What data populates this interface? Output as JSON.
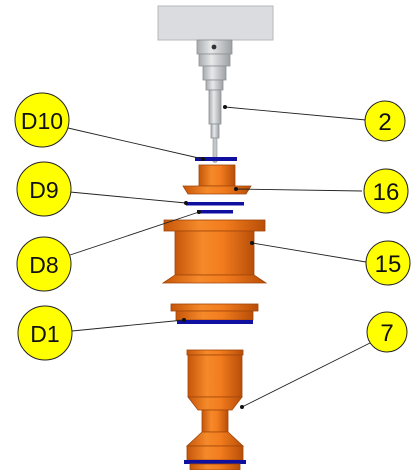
{
  "callouts": {
    "d10": "D10",
    "d9": "D9",
    "d8": "D8",
    "d1": "D1",
    "n2": "2",
    "n16": "16",
    "n15": "15",
    "n7": "7"
  },
  "colors": {
    "callout_fill": "#FFFF00",
    "part_orange": "#F07A1A",
    "part_orange_dark": "#C85A0C",
    "seal_blue": "#1010A0",
    "holder_gray": "#D9DBDE",
    "probe_gray": "#B8BBBE"
  }
}
